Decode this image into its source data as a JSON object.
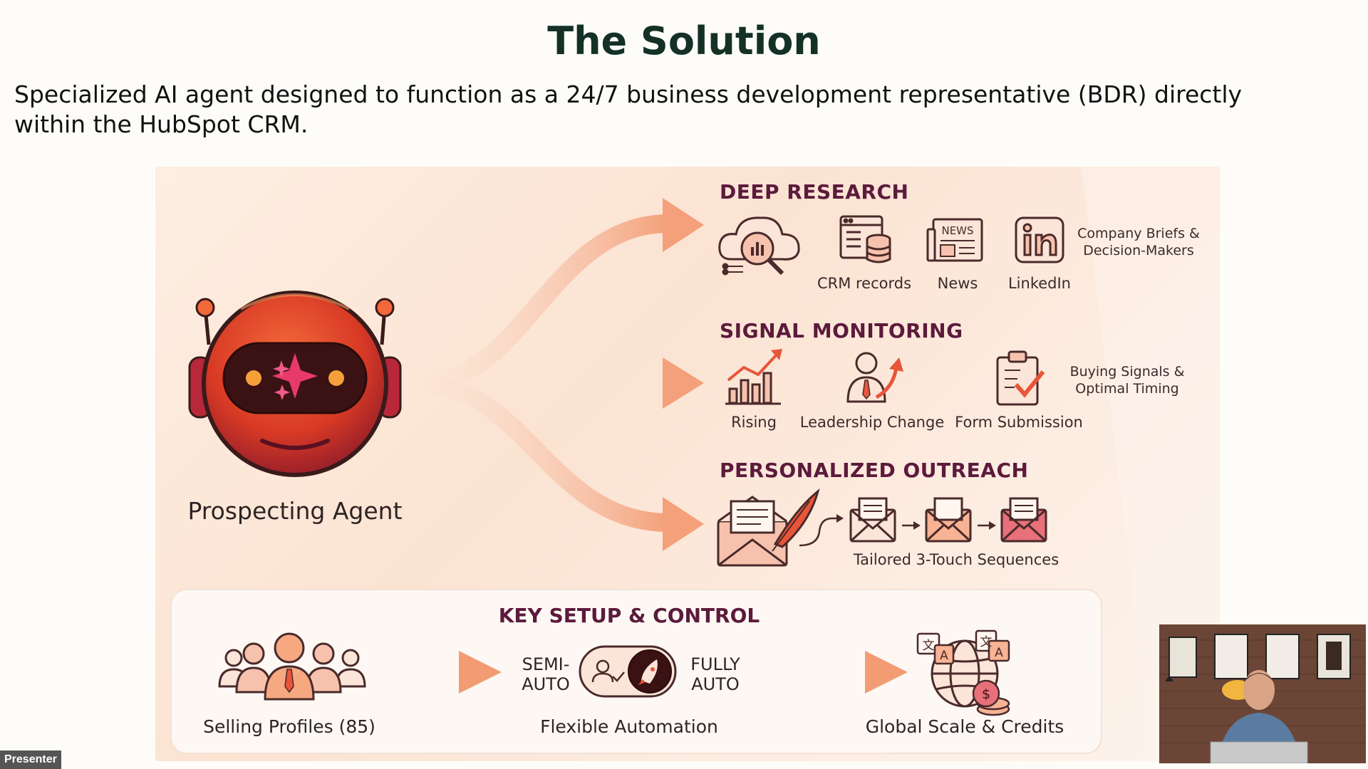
{
  "slide": {
    "title": "The Solution",
    "subtitle": "Specialized AI agent designed to function as a 24/7 business development representative (BDR) directly within the HubSpot CRM."
  },
  "agent": {
    "label": "Prospecting Agent"
  },
  "deep_research": {
    "title": "DEEP RESEARCH",
    "items": [
      "CRM records",
      "News",
      "LinkedIn"
    ],
    "news_badge": "NEWS",
    "note_line1": "Company Briefs &",
    "note_line2": "Decision-Makers"
  },
  "signal_monitoring": {
    "title": "SIGNAL MONITORING",
    "items": [
      "Rising",
      "Leadership Change",
      "Form Submission"
    ],
    "note_line1": "Buying Signals &",
    "note_line2": "Optimal Timing"
  },
  "outreach": {
    "title": "PERSONALIZED OUTREACH",
    "caption": "Tailored 3-Touch Sequences"
  },
  "key_setup": {
    "title": "KEY SETUP & CONTROL",
    "profiles_label": "Selling Profiles (85)",
    "semi_line1": "SEMI-",
    "semi_line2": "AUTO",
    "fully_line1": "FULLY",
    "fully_line2": "AUTO",
    "automation_label": "Flexible Automation",
    "global_label": "Global Scale & Credits",
    "lang_glyph_1": "文",
    "lang_glyph_2": "A",
    "currency_glyph": "$"
  },
  "presenter": {
    "tag": "Presenter"
  },
  "colors": {
    "title": "#143027",
    "section": "#5c1a3c",
    "accent": "#e8553a",
    "arrow": "#f4a07a",
    "icon_stroke": "#4a2a2a",
    "icon_fill": "#f7c2ad"
  }
}
